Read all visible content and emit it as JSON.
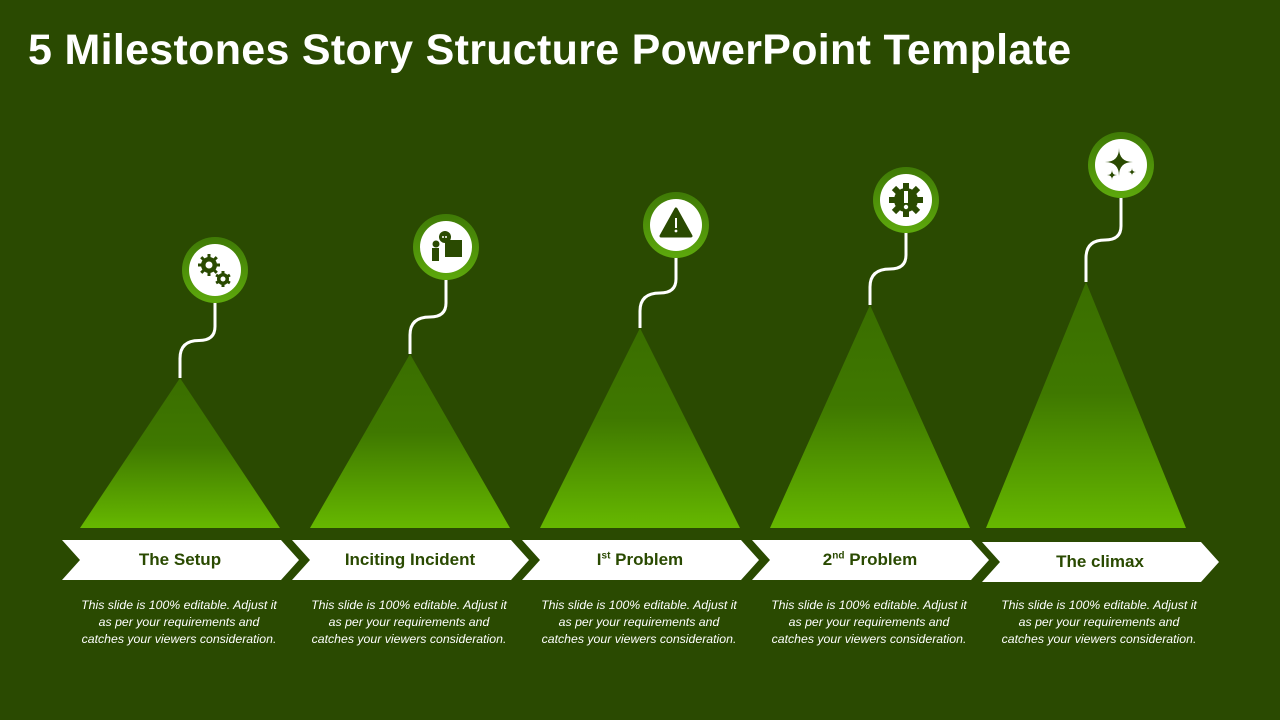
{
  "title": "5 Milestones Story Structure PowerPoint Template",
  "colors": {
    "background": "#2a4a01",
    "accent": "#4f9a0a",
    "triangle_top": "#3a6e00",
    "triangle_bottom": "#66b800"
  },
  "milestones": [
    {
      "label": "The Setup",
      "sup": "",
      "label_rest": "",
      "icon": "gears-icon",
      "description": "This slide is 100% editable. Adjust it as per your requirements and catches your viewers consideration."
    },
    {
      "label": "Inciting Incident",
      "sup": "",
      "label_rest": "",
      "icon": "presenter-icon",
      "description": "This slide is 100% editable. Adjust it as per your requirements and catches your viewers consideration."
    },
    {
      "label": "I",
      "sup": "st",
      "label_rest": " Problem",
      "icon": "warning-icon",
      "description": "This slide is 100% editable. Adjust it as per your requirements and catches your viewers consideration."
    },
    {
      "label": "2",
      "sup": "nd",
      "label_rest": " Problem",
      "icon": "gear-alert-icon",
      "description": "This slide is 100% editable. Adjust it as per your requirements and catches your viewers consideration."
    },
    {
      "label": "The climax",
      "sup": "",
      "label_rest": "",
      "icon": "sparkle-icon",
      "description": "This slide is 100% editable. Adjust it as per your requirements and catches your viewers consideration."
    }
  ]
}
